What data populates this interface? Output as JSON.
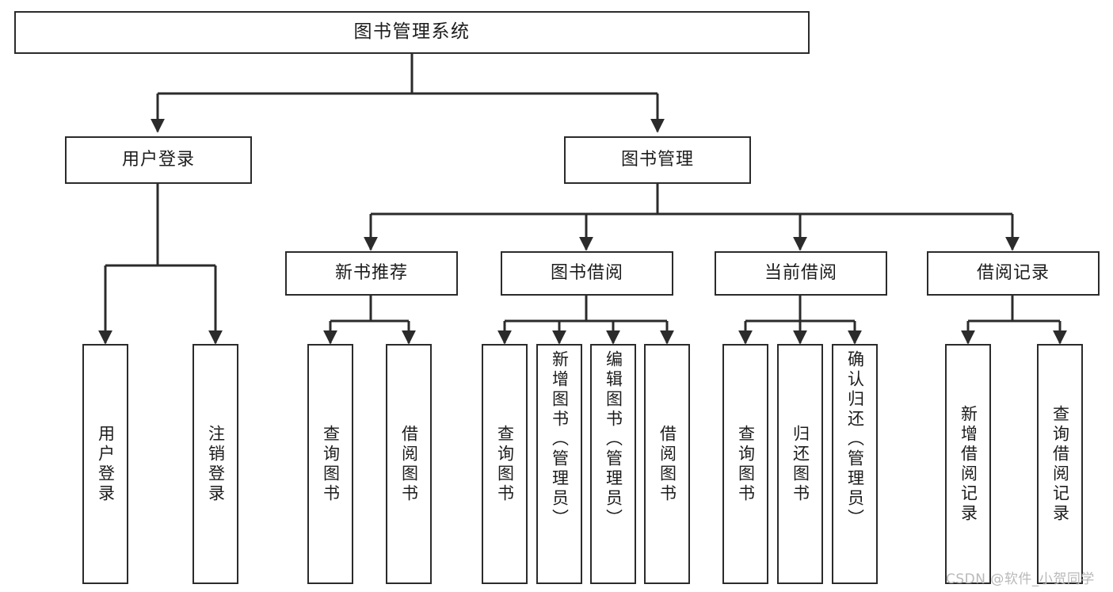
{
  "diagram": {
    "title": "图书管理系统",
    "type": "functional-structure-tree",
    "watermark": "CSDN @软件_小贺同学",
    "colors": {
      "stroke": "#2b2b2b",
      "fill": "#ffffff",
      "text": "#1c1c1c",
      "watermark": "#b9b9b9"
    },
    "nodes": {
      "root": {
        "label": "图书管理系统"
      },
      "level1": [
        {
          "label": "用户登录"
        },
        {
          "label": "图书管理"
        }
      ],
      "level2": [
        {
          "label": "新书推荐"
        },
        {
          "label": "图书借阅"
        },
        {
          "label": "当前借阅"
        },
        {
          "label": "借阅记录"
        }
      ],
      "leaves": {
        "user_login": [
          {
            "label": "用户登录"
          },
          {
            "label": "注销登录"
          }
        ],
        "new_book": [
          {
            "label": "查询图书"
          },
          {
            "label": "借阅图书"
          }
        ],
        "book_borrow": [
          {
            "label": "查询图书"
          },
          {
            "label": "新增图书（管理员）"
          },
          {
            "label": "编辑图书（管理员）"
          },
          {
            "label": "借阅图书"
          }
        ],
        "current_borrow": [
          {
            "label": "查询图书"
          },
          {
            "label": "归还图书"
          },
          {
            "label": "确认归还（管理员）"
          }
        ],
        "borrow_record": [
          {
            "label": "新增借阅记录"
          },
          {
            "label": "查询借阅记录"
          }
        ]
      }
    }
  }
}
